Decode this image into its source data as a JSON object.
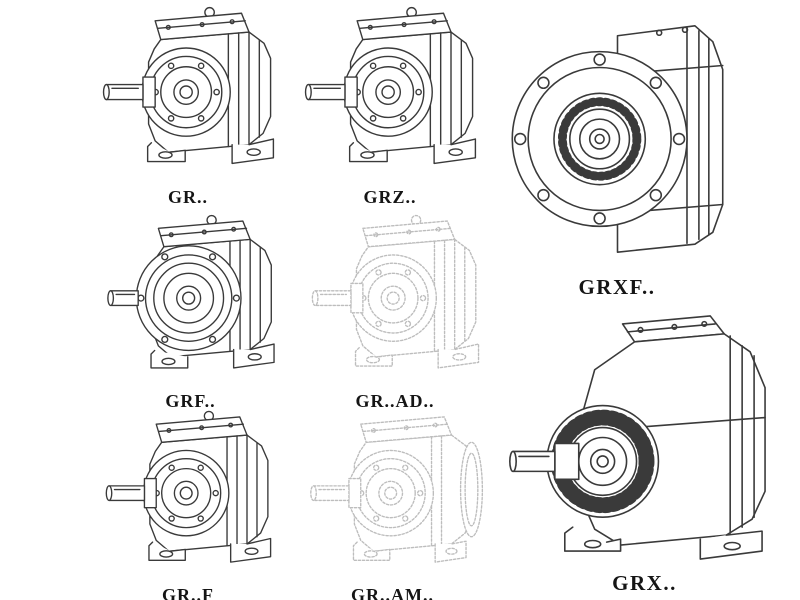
{
  "page": {
    "background": "#ffffff",
    "description_text": ""
  },
  "colors": {
    "line": "#3a3a3a",
    "faded_line": "#bdbdbd",
    "label_text": "#151515",
    "background": "#ffffff"
  },
  "figures": [
    {
      "id": "gr",
      "label": "GR..",
      "style": "solid",
      "type": "foot-mounted-helical-gearbox"
    },
    {
      "id": "grz",
      "label": "GRZ..",
      "style": "solid",
      "type": "foot-mounted-helical-gearbox"
    },
    {
      "id": "grxf",
      "label": "GRXF..",
      "style": "solid",
      "type": "flange-mounted-gearbox-front-view"
    },
    {
      "id": "grf",
      "label": "GRF..",
      "style": "solid",
      "type": "flange-foot-gearbox"
    },
    {
      "id": "grad",
      "label": "GR..AD..",
      "style": "faded",
      "type": "gearbox-with-input-adapter"
    },
    {
      "id": "grx",
      "label": "GRX..",
      "style": "solid",
      "type": "large-foot-mounted-gearbox"
    },
    {
      "id": "grff",
      "label": "GR..F",
      "style": "solid",
      "type": "foot-mounted-helical-gearbox"
    },
    {
      "id": "gram",
      "label": "GR..AM..",
      "style": "faded",
      "type": "gearbox-with-output-flange"
    }
  ]
}
